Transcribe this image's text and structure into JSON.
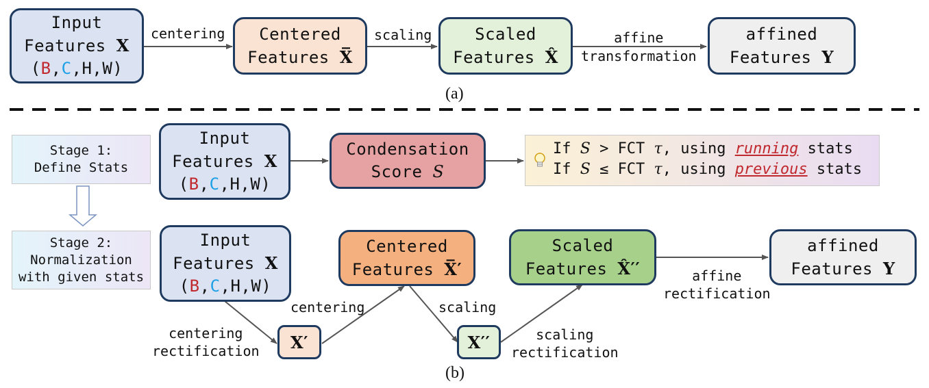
{
  "panel_a": {
    "caption": "(a)",
    "input": {
      "line1": "Input",
      "line2": "Features",
      "sym": "X",
      "shape_open": "(",
      "B": "B",
      "C": "C",
      "rest": ",H,W)"
    },
    "centered": {
      "line1": "Centered",
      "line2": "Features",
      "sym": "X̅"
    },
    "scaled": {
      "line1": "Scaled",
      "line2": "Features",
      "sym": "X̂"
    },
    "affined": {
      "line1": "affined",
      "line2": "Features",
      "sym": "Y"
    },
    "edge_centering": "centering",
    "edge_scaling": "scaling",
    "edge_affine_1": "affine",
    "edge_affine_2": "transformation"
  },
  "panel_b": {
    "caption": "(b)",
    "stage1": {
      "line1": "Stage 1:",
      "line2": "Define Stats"
    },
    "stage2": {
      "line1": "Stage 2:",
      "line2": "Normalization",
      "line3": "with given stats"
    },
    "input1": {
      "line1": "Input",
      "line2": "Features",
      "sym": "X",
      "shape_open": "(",
      "B": "B",
      "C": "C",
      "rest": ",H,W)"
    },
    "score": {
      "line1": "Condensation",
      "line2": "Score",
      "sym": "S"
    },
    "note": {
      "l1_a": "If ",
      "l1_S": "S",
      "l1_b": " > FCT ",
      "l1_tau": "τ",
      "l1_c": ", using ",
      "l1_em": "running",
      "l1_d": " stats",
      "l2_a": "If ",
      "l2_S": "S",
      "l2_b": " ≤ FCT ",
      "l2_tau": "τ",
      "l2_c": ", using ",
      "l2_em": "previous",
      "l2_d": " stats",
      "icon": "lightbulb-icon"
    },
    "input2": {
      "line1": "Input",
      "line2": "Features",
      "sym": "X",
      "shape_open": "(",
      "B": "B",
      "C": "C",
      "rest": ",H,W)"
    },
    "centered": {
      "line1": "Centered",
      "line2": "Features",
      "sym": "X̅′"
    },
    "scaled": {
      "line1": "Scaled",
      "line2": "Features",
      "sym": "X̂′′"
    },
    "affined": {
      "line1": "affined",
      "line2": "Features",
      "sym": "Y"
    },
    "xprime": "X′",
    "xdprime": "X′′",
    "lbl_centering_rect_1": "centering",
    "lbl_centering_rect_2": "rectification",
    "lbl_centering": "centering",
    "lbl_scaling": "scaling",
    "lbl_scaling_rect_1": "scaling",
    "lbl_scaling_rect_2": "rectification",
    "lbl_affine_rect_1": "affine",
    "lbl_affine_rect_2": "rectification"
  },
  "colors": {
    "input": "#dbe3f3",
    "centered_a": "#fbe3d3",
    "scaled_a": "#e3f1db",
    "affined": "#efefef",
    "score": "#e6a2a2",
    "centered_b": "#f4b07f",
    "scaled_b": "#a7d18b",
    "border": "#1f3a5f",
    "B": "#c0282d",
    "C": "#1ea0e6"
  }
}
